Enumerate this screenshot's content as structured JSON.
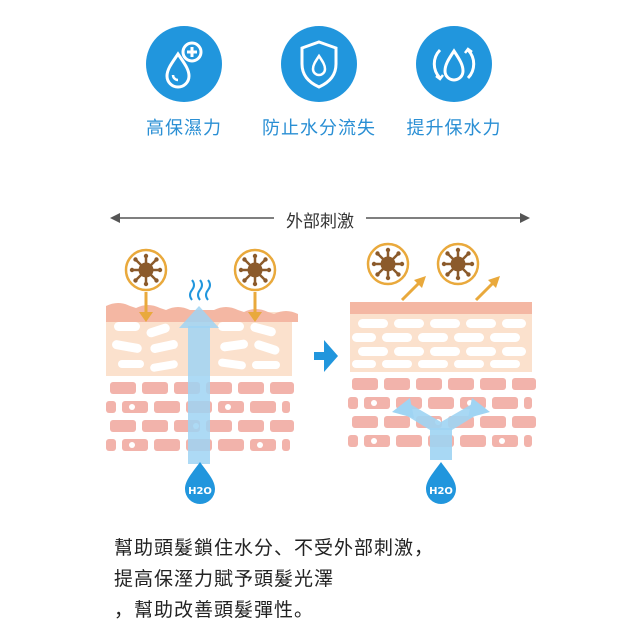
{
  "features": [
    {
      "label": "高保濕力",
      "icon": "droplet-plus-icon"
    },
    {
      "label": "防止水分流失",
      "icon": "shield-droplet-icon"
    },
    {
      "label": "提升保水力",
      "icon": "cycle-droplet-icon"
    }
  ],
  "diagram": {
    "stimulus_label": "外部刺激",
    "water_label_left": "H2O",
    "water_label_right": "H2O"
  },
  "description": {
    "line1": "幫助頭髮鎖住水分、不受外部刺激，",
    "line2": "提高保溼力賦予頭髮光澤",
    "line3": "，幫助改善頭髮彈性。"
  },
  "colors": {
    "brand_blue": "#2196dd",
    "label_blue": "#2a8fd4",
    "germ_brown": "#8b5a2b",
    "germ_ring": "#e9a93c",
    "skin_top": "#f4b7a3",
    "skin_cells": "#f9d9c3",
    "brick": "#f2b3ab",
    "arrow_blue": "#9fd4f3"
  }
}
